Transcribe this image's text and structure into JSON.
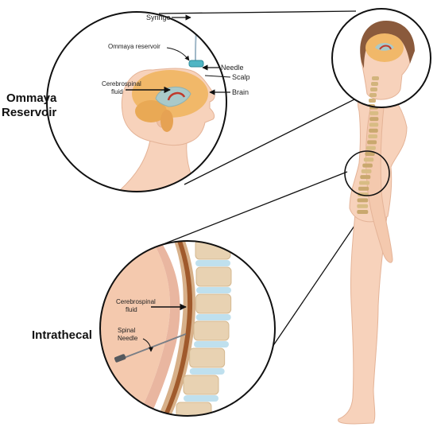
{
  "section_labels": {
    "ommaya": [
      "Ommaya",
      "Reservoir"
    ],
    "intrathecal": "Intrathecal"
  },
  "head_inset_labels": {
    "syringe": "Syringe",
    "ommaya_reservoir": "Ommaya reservoir",
    "needle": "Needle",
    "scalp": "Scalp",
    "csf": [
      "Cerebrospinal",
      "fluid"
    ],
    "brain": "Brain"
  },
  "spine_inset_labels": {
    "csf": [
      "Cerebrospinal",
      "fluid"
    ],
    "spinal_needle": [
      "Spinal",
      "Needle"
    ]
  },
  "colors": {
    "skin": "#f7d2bb",
    "skin_outline": "#e4b397",
    "brain": "#f1b869",
    "ventricle": "#a9c9c9",
    "csf_highlight": "#c0392b",
    "vertebra": "#e8d2b2",
    "disc": "#bfe0ee",
    "spinal_cord": "#a05a2c",
    "needle": "#7a7f86"
  }
}
